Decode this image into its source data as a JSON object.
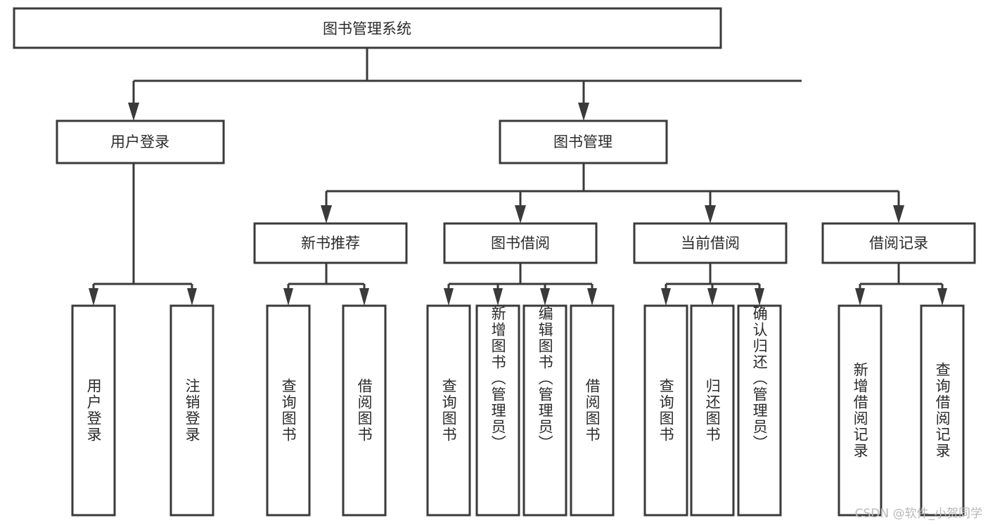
{
  "diagram": {
    "title": "图书管理系统",
    "type": "tree",
    "root": {
      "label": "图书管理系统"
    },
    "level2": [
      {
        "label": "用户登录"
      },
      {
        "label": "图书管理"
      }
    ],
    "level3": [
      {
        "label": "新书推荐"
      },
      {
        "label": "图书借阅"
      },
      {
        "label": "当前借阅"
      },
      {
        "label": "借阅记录"
      }
    ],
    "leaves": {
      "user_login": [
        {
          "label": "用户登录"
        },
        {
          "label": "注销登录"
        }
      ],
      "new_book": [
        {
          "label": "查询图书"
        },
        {
          "label": "借阅图书"
        }
      ],
      "book_borrow": [
        {
          "label": "查询图书"
        },
        {
          "label": "新增图书（管理员）"
        },
        {
          "label": "编辑图书（管理员）"
        },
        {
          "label": "借阅图书"
        }
      ],
      "current_borrow": [
        {
          "label": "查询图书"
        },
        {
          "label": "归还图书"
        },
        {
          "label": "确认归还（管理员）"
        }
      ],
      "borrow_record": [
        {
          "label": "新增借阅记录"
        },
        {
          "label": "查询借阅记录"
        }
      ]
    }
  },
  "watermark": {
    "text": "CSDN @软件_小贺同学"
  },
  "colors": {
    "stroke": "#3a3a3a",
    "box_fill": "#ffffff",
    "text": "#2b2b2b",
    "watermark": "#b9b9b9",
    "background": "#ffffff"
  }
}
